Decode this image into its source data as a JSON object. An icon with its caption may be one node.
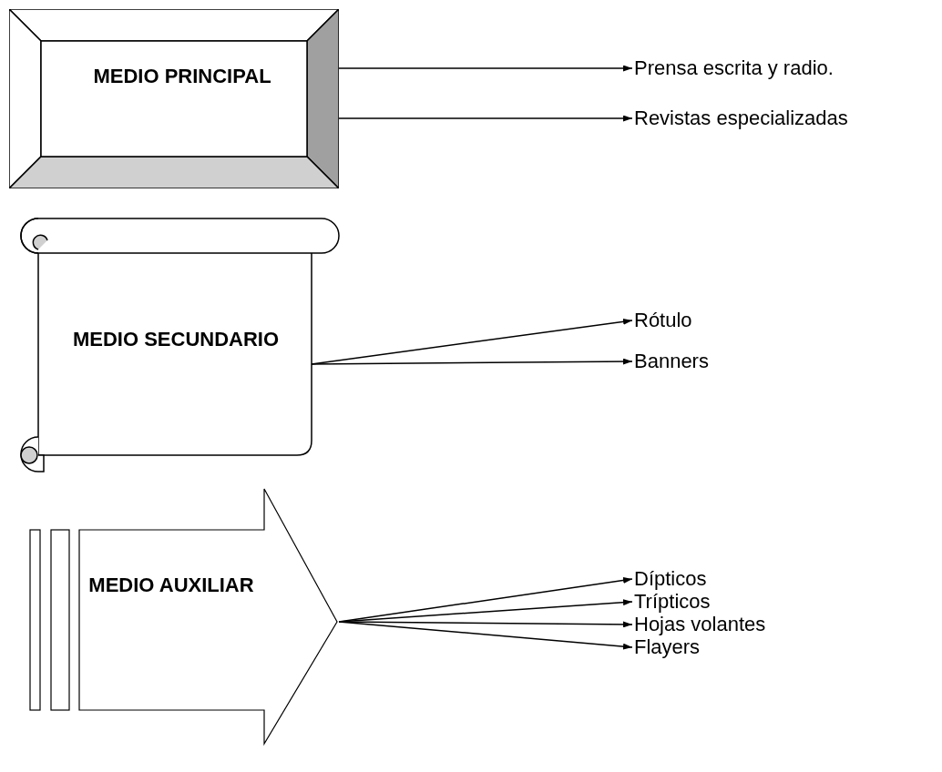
{
  "diagram": {
    "nodes": [
      {
        "text": [
          "MEDIO PRINCIPAL"
        ]
      },
      {
        "text": [
          "Prensa escrita y radio."
        ]
      },
      {
        "text": [
          "Revistas especializadas"
        ]
      },
      {
        "text": [
          "MEDIO SECUNDARIO"
        ]
      },
      {
        "text": [
          "Rótulo"
        ]
      },
      {
        "text": [
          "Banners"
        ]
      },
      {
        "text": [
          "MEDIO AUXILIAR"
        ]
      },
      {
        "text": [
          "Dípticos"
        ]
      },
      {
        "text": [
          "Trípticos"
        ]
      },
      {
        "text": [
          "Hojas volantes"
        ]
      },
      {
        "text": [
          "Flayers"
        ]
      }
    ],
    "edges": [
      {
        "from": 0,
        "to": 1,
        "arrow": "to"
      },
      {
        "from": 0,
        "to": 2,
        "arrow": "to"
      },
      {
        "from": 3,
        "to": 4,
        "arrow": "to"
      },
      {
        "from": 3,
        "to": 5,
        "arrow": "to"
      },
      {
        "from": 6,
        "to": 7,
        "arrow": "to"
      },
      {
        "from": 6,
        "to": 8,
        "arrow": "to"
      },
      {
        "from": 6,
        "to": 9,
        "arrow": "to"
      },
      {
        "from": 6,
        "to": 10,
        "arrow": "to"
      }
    ]
  }
}
